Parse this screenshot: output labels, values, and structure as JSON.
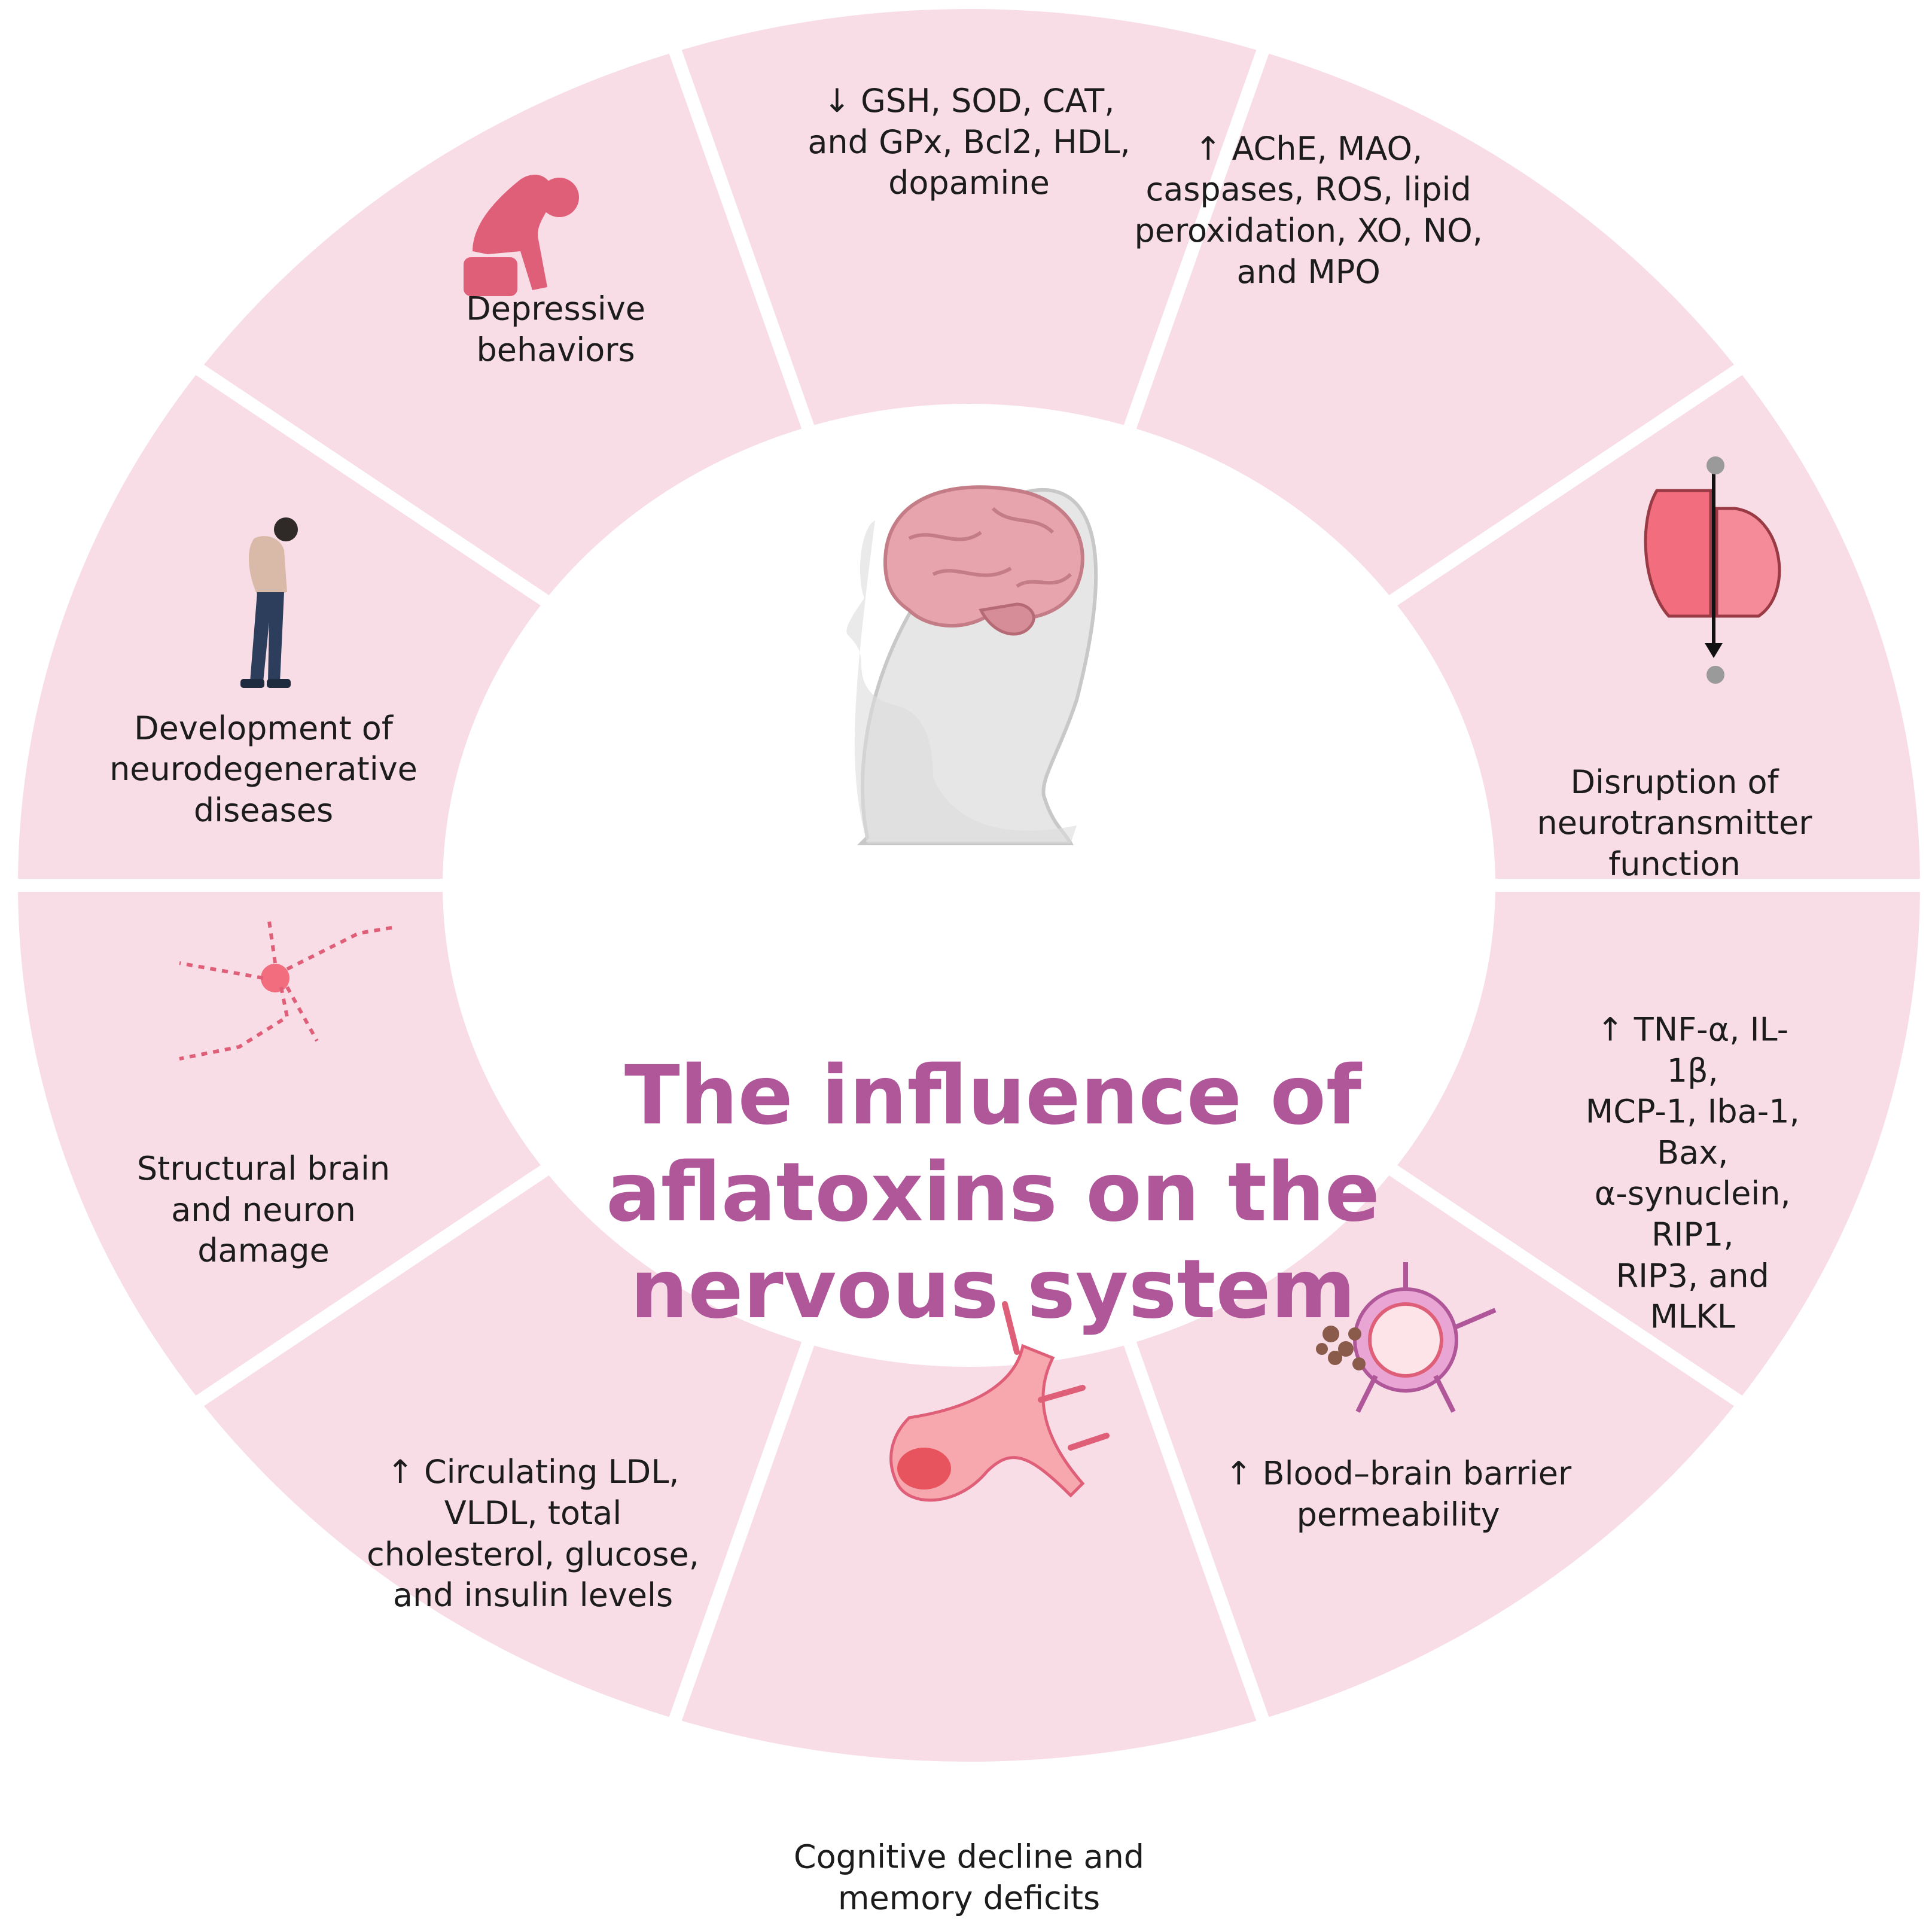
{
  "title": "The influence of\naflatoxins on the\nnervous system",
  "colors": {
    "segment_fill": "#f8dde6",
    "divider": "#ffffff",
    "title": "#b0579a",
    "icon_accent": "#e05f78",
    "brain": "#e8a4ac"
  },
  "segments": [
    {
      "id": "antioxidants",
      "text": "↓ GSH, SOD, CAT,\nand GPx, Bcl2, HDL,\ndopamine",
      "icon": ""
    },
    {
      "id": "enzymes",
      "text": "↑ AChE, MAO,\ncaspases, ROS, lipid\nperoxidation, XO, NO,\nand MPO",
      "icon": ""
    },
    {
      "id": "neurotransmitter",
      "text": "Disruption of\nneurotransmitter\nfunction",
      "icon": "membrane-channel-icon"
    },
    {
      "id": "inflammation",
      "text": "↑ TNF-α, IL-1β,\nMCP-1, Iba-1, Bax,\nα-synuclein,  RIP1,\nRIP3, and MLKL",
      "icon": ""
    },
    {
      "id": "bbb",
      "text": "↑ Blood–brain barrier\npermeability",
      "icon": "blood-vessel-icon"
    },
    {
      "id": "cognitive",
      "text": "Cognitive decline and\nmemory deficits",
      "icon": "neuron-icon"
    },
    {
      "id": "metabolic",
      "text": "↑ Circulating LDL,\nVLDL, total\ncholesterol, glucose,\nand insulin levels",
      "icon": ""
    },
    {
      "id": "structural",
      "text": "Structural brain\nand neuron\ndamage",
      "icon": "damaged-neuron-icon"
    },
    {
      "id": "neurodegenerative",
      "text": "Development of\nneurodegenerative\ndiseases",
      "icon": "elderly-person-icon"
    },
    {
      "id": "depressive",
      "text": "Depressive\nbehaviors",
      "icon": "depressed-person-icon"
    }
  ],
  "center_icon": "head-brain-icon"
}
